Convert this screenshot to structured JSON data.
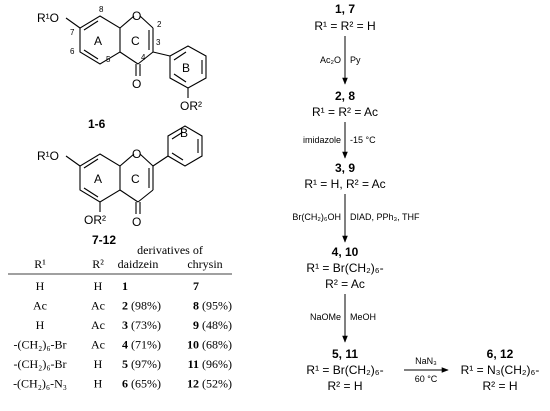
{
  "isoflavone": {
    "r1o": "R¹O",
    "or2": "OR²",
    "atoms": {
      "n2": "2",
      "n3": "3",
      "n4": "4",
      "n5": "5",
      "n6": "6",
      "n7": "7",
      "n8": "8"
    },
    "rings": {
      "a": "A",
      "b": "B",
      "c": "C"
    },
    "o_ring": "O",
    "o_carbonyl": "O",
    "label": "1-6"
  },
  "flavone": {
    "r1o": "R¹O",
    "or2": "OR²",
    "rings": {
      "a": "A",
      "b": "B",
      "c": "C"
    },
    "o_ring": "O",
    "o_carbonyl": "O",
    "label": "7-12"
  },
  "table": {
    "group_header": "derivatives of",
    "col_r1": "R¹",
    "col_r2": "R²",
    "col_daidzein": "daidzein",
    "col_chrysin": "chrysin",
    "rows": [
      {
        "r1": "H",
        "r2": "H",
        "d_num": "1",
        "d_yield": "",
        "c_num": "7",
        "c_yield": ""
      },
      {
        "r1": "Ac",
        "r2": "Ac",
        "d_num": "2",
        "d_yield": "(98%)",
        "c_num": "8",
        "c_yield": "(95%)"
      },
      {
        "r1": "H",
        "r2": "Ac",
        "d_num": "3",
        "d_yield": "(73%)",
        "c_num": "9",
        "c_yield": "(48%)"
      },
      {
        "r1": "-(CH₂)₆-Br",
        "r2": "Ac",
        "d_num": "4",
        "d_yield": "(71%)",
        "c_num": "10",
        "c_yield": "(68%)"
      },
      {
        "r1": "-(CH₂)₆-Br",
        "r2": "H",
        "d_num": "5",
        "d_yield": "(97%)",
        "c_num": "11",
        "c_yield": "(96%)"
      },
      {
        "r1": "-(CH₂)₆-N₃",
        "r2": "H",
        "d_num": "6",
        "d_yield": "(65%)",
        "c_num": "12",
        "c_yield": "(52%)"
      }
    ]
  },
  "scheme": {
    "s1": {
      "label": "1, 7",
      "formula": "R¹ = R² = H"
    },
    "step1": {
      "left": "Ac₂O",
      "right": "Py"
    },
    "s2": {
      "label": "2, 8",
      "formula": "R¹ = R² = Ac"
    },
    "step2": {
      "left": "imidazole",
      "right": "-15 °C"
    },
    "s3": {
      "label": "3, 9",
      "formula": "R¹ = H, R² = Ac"
    },
    "step3": {
      "left": "Br(CH₂)₆OH",
      "right": "DIAD, PPh₃, THF"
    },
    "s4": {
      "label": "4, 10",
      "formula1": "R¹ = Br(CH₂)₆-",
      "formula2": "R² = Ac"
    },
    "step4": {
      "left": "NaOMe",
      "right": "MeOH"
    },
    "s5": {
      "label": "5, 11",
      "formula1": "R¹ = Br(CH₂)₆-",
      "formula2": "R² = H"
    },
    "step5": {
      "top": "NaN₃",
      "bottom": "60 °C"
    },
    "s6": {
      "label": "6, 12",
      "formula1": "R¹ = N₃(CH₂)₆-",
      "formula2": "R² = H"
    }
  }
}
